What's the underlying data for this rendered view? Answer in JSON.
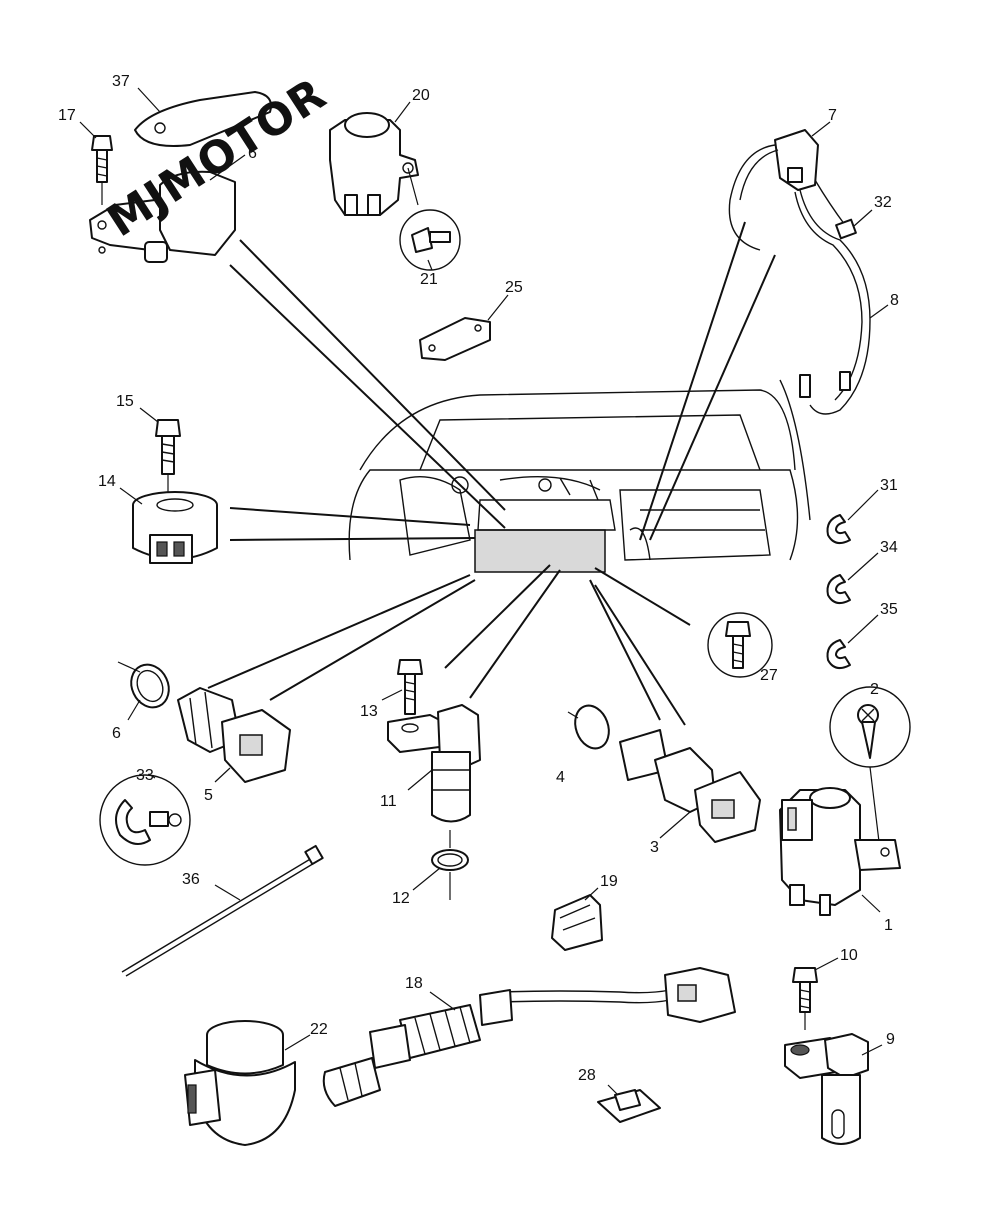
{
  "watermark": "MJMOTOR",
  "callouts": {
    "c1": "1",
    "c2": "2",
    "c3": "3",
    "c4": "4",
    "c5": "5",
    "c6a": "6",
    "c6b": "6",
    "c7": "7",
    "c8": "8",
    "c9": "9",
    "c10": "10",
    "c11": "11",
    "c12": "12",
    "c13": "13",
    "c14": "14",
    "c15": "15",
    "c17": "17",
    "c18": "18",
    "c19": "19",
    "c20": "20",
    "c21": "21",
    "c22": "22",
    "c25": "25",
    "c27": "27",
    "c28": "28",
    "c31": "31",
    "c32": "32",
    "c33": "33",
    "c34": "34",
    "c35": "35",
    "c36": "36",
    "c37": "37"
  }
}
